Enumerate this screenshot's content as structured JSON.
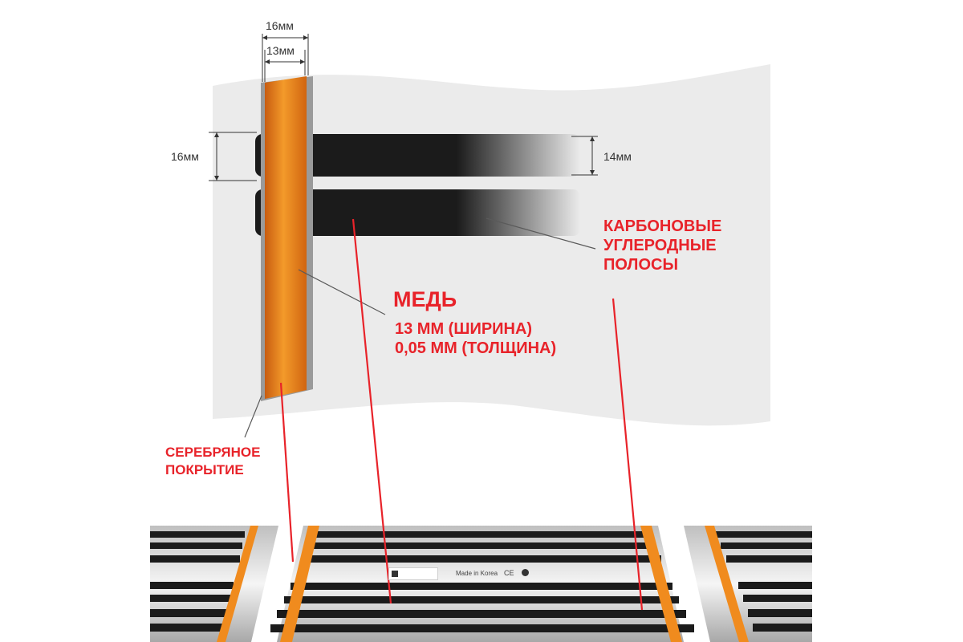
{
  "dimensions": {
    "overall_width": "16мм",
    "copper_width": "13мм",
    "strip_pitch": "16мм",
    "strip_width": "14мм"
  },
  "labels": {
    "carbon": [
      "КАРБОНОВЫЕ",
      "УГЛЕРОДНЫЕ",
      "ПОЛОСЫ"
    ],
    "copper_title": "МЕДЬ",
    "copper_width": "13 ММ (ШИРИНА)",
    "copper_thickness": "0,05 ММ (ТОЛЩИНА)",
    "silver": [
      "СЕРЕБРЯНОЕ",
      "ПОКРЫТИЕ"
    ]
  },
  "film_print": {
    "made_in": "Made in Korea",
    "ce": "CE"
  },
  "colors": {
    "annotation_red": "#e8232a",
    "copper_orange": "#e8821c",
    "carbon_black": "#1b1b1b",
    "film_grey": "#ebebeb",
    "silver": "#9a9a9a"
  },
  "icons": [
    "brand-logo-icon"
  ]
}
